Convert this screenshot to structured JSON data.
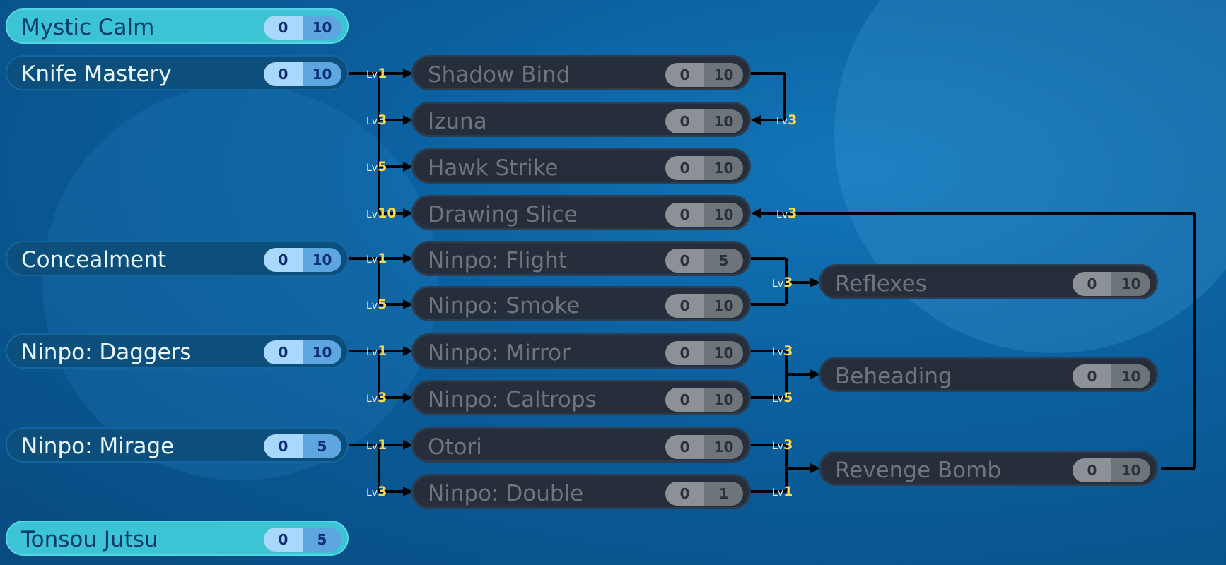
{
  "roots": [
    {
      "name": "Mystic Calm",
      "cur": "0",
      "max": "10"
    },
    {
      "name": "Knife Mastery",
      "cur": "0",
      "max": "10"
    },
    {
      "name": "Concealment",
      "cur": "0",
      "max": "10"
    },
    {
      "name": "Ninpo: Daggers",
      "cur": "0",
      "max": "10"
    },
    {
      "name": "Ninpo: Mirage",
      "cur": "0",
      "max": "5"
    },
    {
      "name": "Tonsou Jutsu",
      "cur": "0",
      "max": "5"
    }
  ],
  "nodes": [
    {
      "name": "Shadow Bind",
      "cur": "0",
      "max": "10"
    },
    {
      "name": "Izuna",
      "cur": "0",
      "max": "10"
    },
    {
      "name": "Hawk Strike",
      "cur": "0",
      "max": "10"
    },
    {
      "name": "Drawing Slice",
      "cur": "0",
      "max": "10"
    },
    {
      "name": "Ninpo: Flight",
      "cur": "0",
      "max": "5"
    },
    {
      "name": "Ninpo: Smoke",
      "cur": "0",
      "max": "10"
    },
    {
      "name": "Ninpo: Mirror",
      "cur": "0",
      "max": "10"
    },
    {
      "name": "Ninpo: Caltrops",
      "cur": "0",
      "max": "10"
    },
    {
      "name": "Otori",
      "cur": "0",
      "max": "10"
    },
    {
      "name": "Ninpo: Double",
      "cur": "0",
      "max": "1"
    }
  ],
  "advanced": [
    {
      "name": "Reflexes",
      "cur": "0",
      "max": "10"
    },
    {
      "name": "Beheading",
      "cur": "0",
      "max": "10"
    },
    {
      "name": "Revenge Bomb",
      "cur": "0",
      "max": "10"
    }
  ],
  "lv_prefix": "Lv",
  "req_levels": {
    "knife_shadow": "1",
    "knife_izuna": "3",
    "knife_hawk": "5",
    "knife_drawing": "10",
    "shadow_izuna": "3",
    "conceal_flight": "1",
    "conceal_smoke": "5",
    "reflexes": "3",
    "daggers_mirror": "1",
    "daggers_caltrops": "3",
    "beheading_mirror": "3",
    "beheading_caltrops": "5",
    "mirage_otori": "1",
    "mirage_double": "3",
    "revenge_otori": "3",
    "revenge_double": "1",
    "revenge_drawing": "3"
  }
}
